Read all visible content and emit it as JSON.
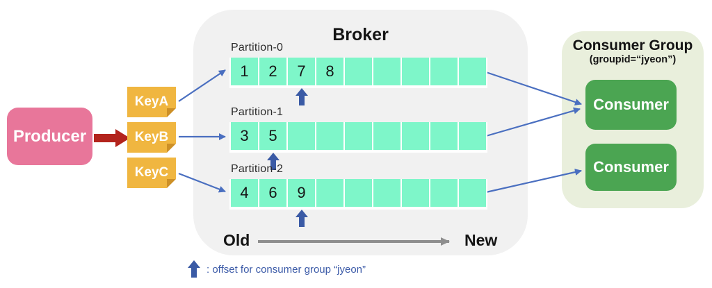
{
  "diagram": {
    "producer": {
      "label": "Producer"
    },
    "keys": [
      {
        "label": "KeyA"
      },
      {
        "label": "KeyB"
      },
      {
        "label": "KeyC"
      }
    ],
    "broker": {
      "title": "Broker",
      "partitions": [
        {
          "label": "Partition-0",
          "cells": [
            "1",
            "2",
            "7",
            "8",
            "",
            "",
            "",
            "",
            ""
          ],
          "offset_index": 2
        },
        {
          "label": "Partition-1",
          "cells": [
            "3",
            "5",
            "",
            "",
            "",
            "",
            "",
            "",
            ""
          ],
          "offset_index": 1
        },
        {
          "label": "Partition-2",
          "cells": [
            "4",
            "6",
            "9",
            "",
            "",
            "",
            "",
            "",
            ""
          ],
          "offset_index": 2
        }
      ],
      "timeline": {
        "old_label": "Old",
        "new_label": "New"
      }
    },
    "consumer_group": {
      "title": "Consumer Group",
      "subtitle": "(groupid=“jyeon”)",
      "consumers": [
        {
          "label": "Consumer"
        },
        {
          "label": "Consumer"
        }
      ]
    },
    "legend": {
      "text": ": offset for consumer group “jyeon”"
    }
  },
  "colors": {
    "broker_bg": "#f1f1f1",
    "group_bg": "#e9efdc",
    "producer_pink": "#e8769a",
    "key_amber": "#f0b640",
    "key_fold": "#cd9027",
    "cell_mint": "#7ef6c9",
    "consumer_green": "#4ba552",
    "offset_blue": "#3a5aa5",
    "connector_blue": "#4a6fc0",
    "red_arrow": "#b3231c",
    "gray_arrow": "#8e8e8e",
    "legend_blue": "#3c5ba8"
  }
}
